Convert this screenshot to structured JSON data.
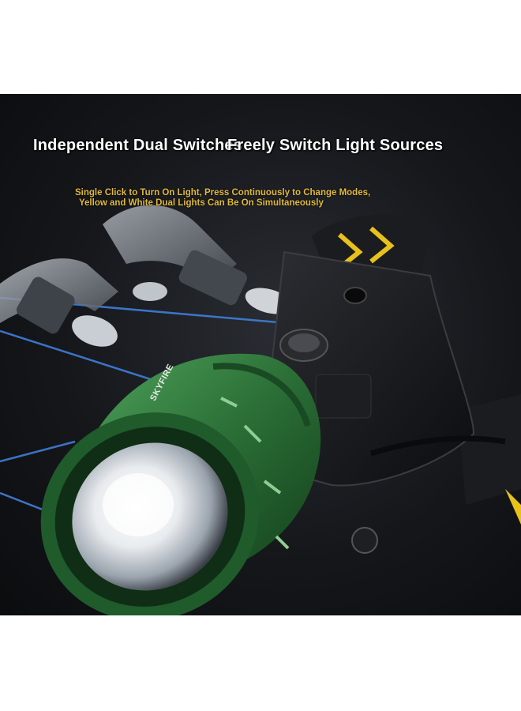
{
  "headline": {
    "left_text": "Independent Dual Switches",
    "right_text": "Freely Switch Light Sources"
  },
  "subtitle": {
    "line1": "Single Click to Turn On Light, Press Continuously to Change Modes,",
    "line2": "Yellow and White Dual Lights Can Be On Simultaneously"
  },
  "product": {
    "brand": "SKYFIRE"
  },
  "colors": {
    "background": "#ffffff",
    "panel": "#15171b",
    "headline_text": "#ffffff",
    "subtitle_text": "#e2b93b",
    "lamp_body": "#2f7a3e",
    "strap_accent": "#e8c21a",
    "light_beam": "#3f7fd9"
  },
  "icons": [
    "power-button-icon",
    "headlamp-icon"
  ]
}
